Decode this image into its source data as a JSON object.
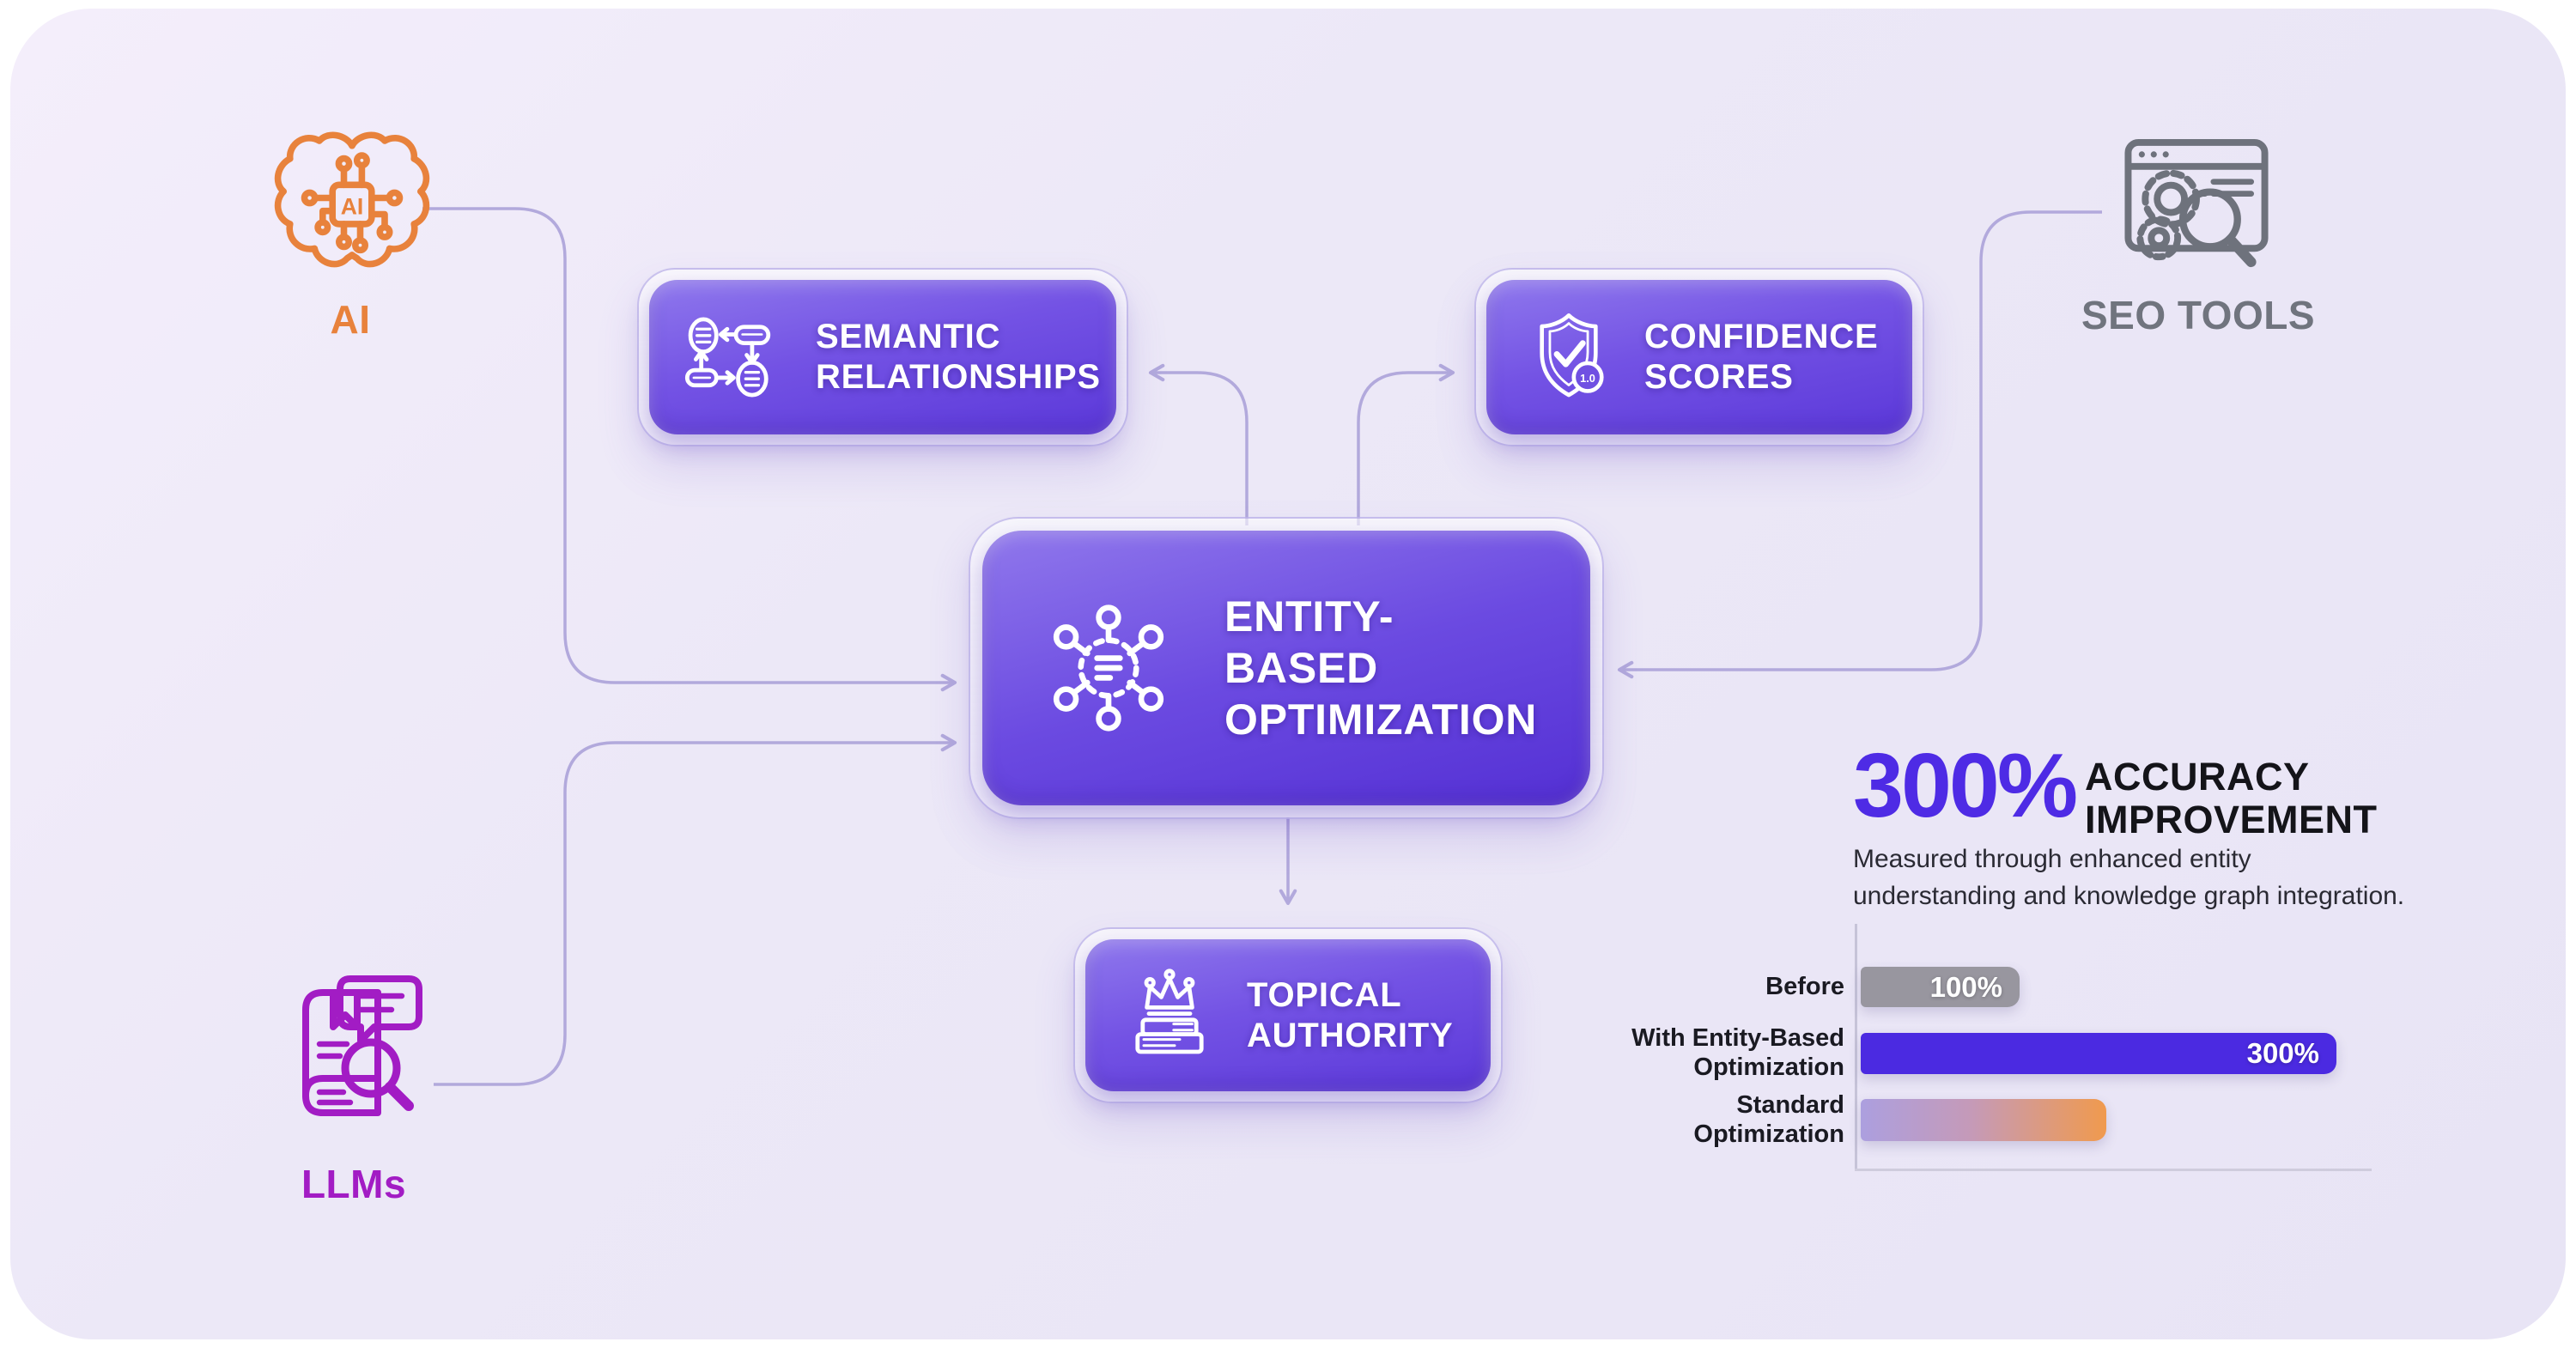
{
  "infographic": {
    "sources": {
      "ai": {
        "label": "AI",
        "chip_text": "AI",
        "color": "#E8823C"
      },
      "llms": {
        "label": "LLMs",
        "color": "#A21CC4"
      },
      "seo_tools": {
        "label": "SEO TOOLS",
        "color": "#70747E"
      }
    },
    "boxes": {
      "semantic": {
        "label": "SEMANTIC\nRELATIONSHIPS"
      },
      "confidence": {
        "label": "CONFIDENCE\nSCORES",
        "badge": "1.0"
      },
      "entity": {
        "label": "ENTITY-BASED\nOPTIMIZATION"
      },
      "topical": {
        "label": "TOPICAL\nAUTHORITY"
      }
    },
    "stats": {
      "value": "300%",
      "title": "ACCURACY\nIMPROVEMENT",
      "description": "Measured through enhanced entity understanding and knowledge graph integration."
    }
  },
  "chart_data": {
    "type": "bar",
    "orientation": "horizontal",
    "categories": [
      "Before",
      "With Entity-Based\nOptimization",
      "Standard\nOptimization"
    ],
    "values": [
      100,
      300,
      155
    ],
    "bar_labels": [
      "100%",
      "300%",
      ""
    ],
    "bar_colors": [
      "#98969F",
      "#4B2AE1",
      "linear-gradient(90deg,#AC9FDF 0%,#C59AB8 45%,#F09A4E 100%)"
    ],
    "xlim": [
      0,
      325
    ],
    "xlabel": "",
    "ylabel": "",
    "grid": false,
    "legend": false,
    "axis_color": "#C6C3D8"
  },
  "colors": {
    "accent_purple": "#4E2BE5",
    "box_gradient_top": "#8F78ED",
    "box_gradient_bottom": "#5B38D9",
    "connector": "#B2A9DC",
    "ai_orange": "#E8823C",
    "llms_magenta": "#A21CC4",
    "seo_gray": "#70747E",
    "panel_background": "#ECE8F7",
    "text_dark": "#17171F"
  }
}
